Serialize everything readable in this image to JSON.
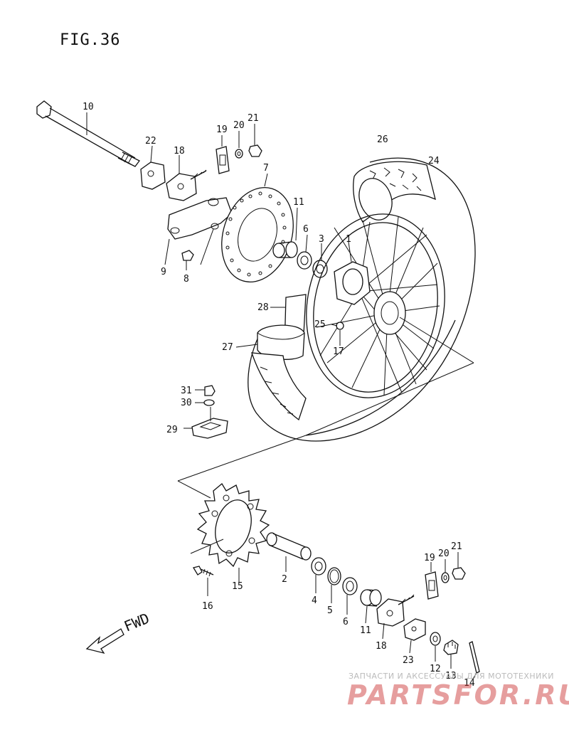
{
  "figure": {
    "title": "FIG.36",
    "fwd_label": "FWD"
  },
  "callouts": [
    {
      "id": "c10",
      "text": "10"
    },
    {
      "id": "c22",
      "text": "22"
    },
    {
      "id": "c18a",
      "text": "18"
    },
    {
      "id": "c19a",
      "text": "19"
    },
    {
      "id": "c20a",
      "text": "20"
    },
    {
      "id": "c21a",
      "text": "21"
    },
    {
      "id": "c7",
      "text": "7"
    },
    {
      "id": "c26",
      "text": "26"
    },
    {
      "id": "c24",
      "text": "24"
    },
    {
      "id": "c11a",
      "text": "11"
    },
    {
      "id": "c6a",
      "text": "6"
    },
    {
      "id": "c3",
      "text": "3"
    },
    {
      "id": "c1",
      "text": "1"
    },
    {
      "id": "c9",
      "text": "9"
    },
    {
      "id": "c8",
      "text": "8"
    },
    {
      "id": "c28",
      "text": "28"
    },
    {
      "id": "c25",
      "text": "25"
    },
    {
      "id": "c17",
      "text": "17"
    },
    {
      "id": "c27",
      "text": "27"
    },
    {
      "id": "c31",
      "text": "31"
    },
    {
      "id": "c30",
      "text": "30"
    },
    {
      "id": "c29",
      "text": "29"
    },
    {
      "id": "c2",
      "text": "2"
    },
    {
      "id": "c15",
      "text": "15"
    },
    {
      "id": "c16",
      "text": "16"
    },
    {
      "id": "c4",
      "text": "4"
    },
    {
      "id": "c5",
      "text": "5"
    },
    {
      "id": "c6b",
      "text": "6"
    },
    {
      "id": "c11b",
      "text": "11"
    },
    {
      "id": "c18b",
      "text": "18"
    },
    {
      "id": "c19b",
      "text": "19"
    },
    {
      "id": "c20b",
      "text": "20"
    },
    {
      "id": "c21b",
      "text": "21"
    },
    {
      "id": "c23",
      "text": "23"
    },
    {
      "id": "c12",
      "text": "12"
    },
    {
      "id": "c13",
      "text": "13"
    },
    {
      "id": "c14",
      "text": "14"
    }
  ],
  "watermark": {
    "tagline": "ЗАПЧАСТИ И АКСЕССУАРЫ ДЛЯ МОТОТЕХНИКИ",
    "brand": "PARTSFOR.RU"
  }
}
